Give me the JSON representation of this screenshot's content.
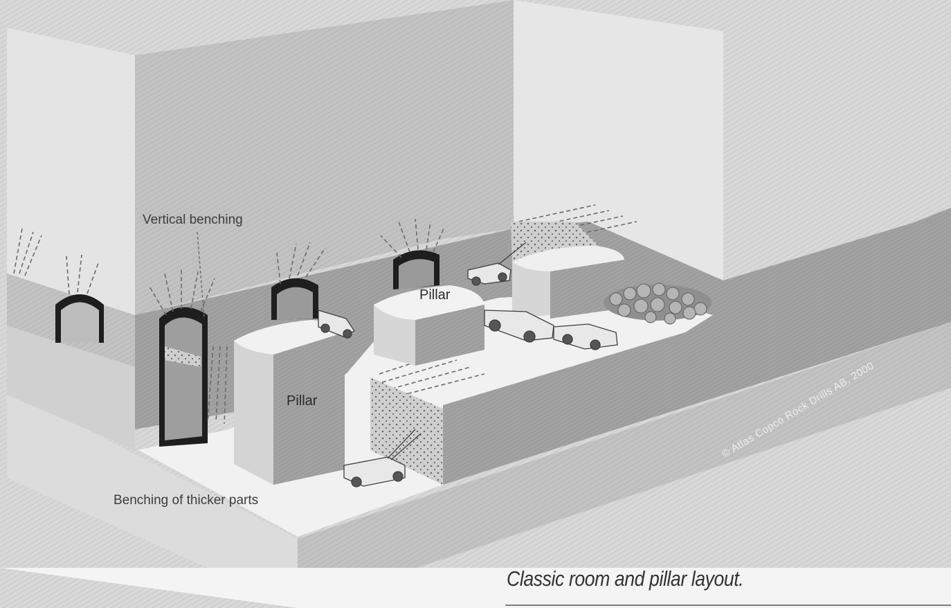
{
  "labels": {
    "vertical_benching": "Vertical benching",
    "pillar_back": "Pillar",
    "pillar_front": "Pillar",
    "benching_thicker": "Benching of thicker parts",
    "copyright": "© Atlas Copco Rock Drills AB, 2000"
  },
  "caption": "Classic room and pillar layout."
}
